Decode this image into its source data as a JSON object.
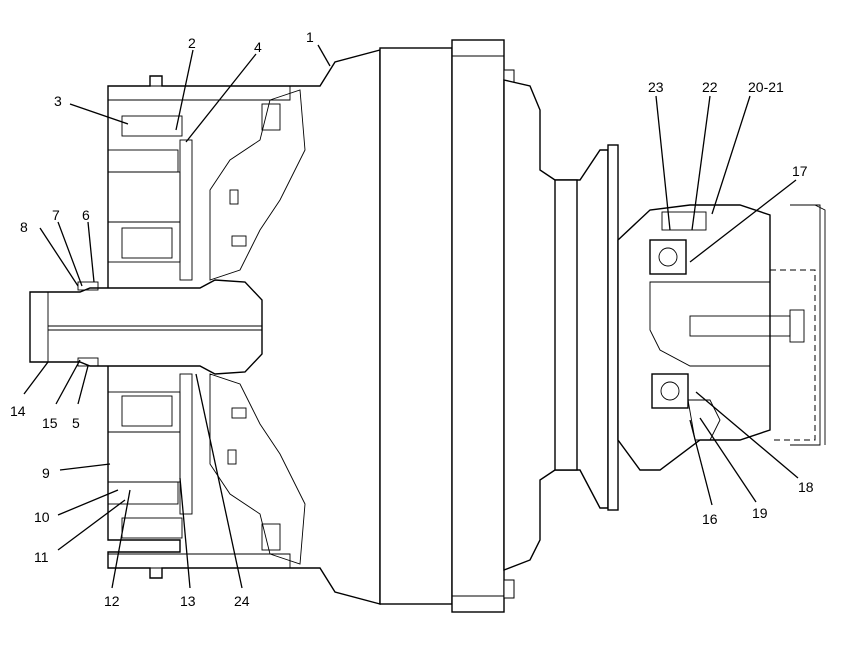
{
  "callouts": [
    {
      "id": "1",
      "label": "1"
    },
    {
      "id": "2",
      "label": "2"
    },
    {
      "id": "3",
      "label": "3"
    },
    {
      "id": "4",
      "label": "4"
    },
    {
      "id": "5",
      "label": "5"
    },
    {
      "id": "6",
      "label": "6"
    },
    {
      "id": "7",
      "label": "7"
    },
    {
      "id": "8",
      "label": "8"
    },
    {
      "id": "9",
      "label": "9"
    },
    {
      "id": "10",
      "label": "10"
    },
    {
      "id": "11",
      "label": "11"
    },
    {
      "id": "12",
      "label": "12"
    },
    {
      "id": "13",
      "label": "13"
    },
    {
      "id": "14",
      "label": "14"
    },
    {
      "id": "15",
      "label": "15"
    },
    {
      "id": "16",
      "label": "16"
    },
    {
      "id": "17",
      "label": "17"
    },
    {
      "id": "18",
      "label": "18"
    },
    {
      "id": "19",
      "label": "19"
    },
    {
      "id": "20-21",
      "label": "20-21"
    },
    {
      "id": "22",
      "label": "22"
    },
    {
      "id": "23",
      "label": "23"
    },
    {
      "id": "24",
      "label": "24"
    }
  ],
  "colors": {
    "line": "#000000",
    "background": "#ffffff",
    "hatch": "#000000"
  }
}
